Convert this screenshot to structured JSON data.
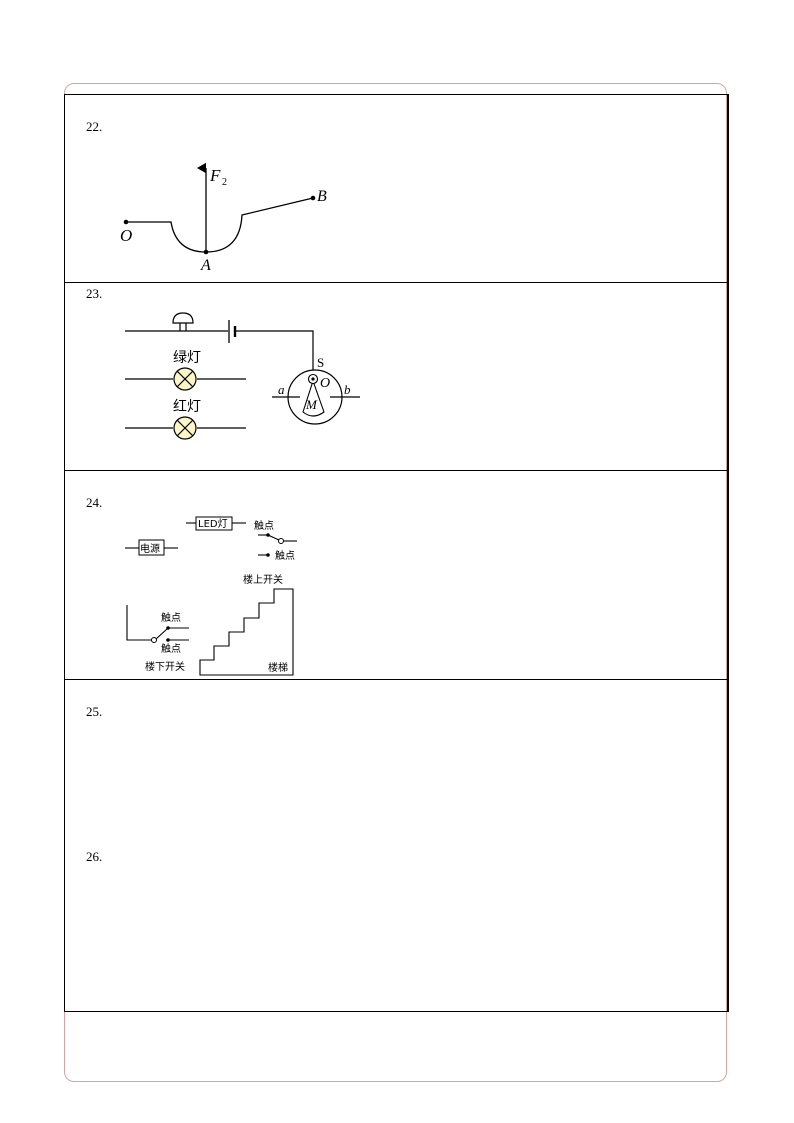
{
  "questions": [
    {
      "number": "22."
    },
    {
      "number": "23."
    },
    {
      "number": "24."
    },
    {
      "number": "25."
    },
    {
      "number": "26."
    }
  ],
  "q22": {
    "force_symbol": "F",
    "force_subscript": "2",
    "point_o": "O",
    "point_a": "A",
    "point_b": "B"
  },
  "q23": {
    "green_lamp": "绿灯",
    "red_lamp": "红灯",
    "switch_s": "S",
    "pivot_o": "O",
    "pendulum_m": "M",
    "contact_a": "a",
    "contact_b": "b"
  },
  "q24": {
    "power_source": "电源",
    "led_lamp": "LED灯",
    "contact_upper_1": "触点",
    "contact_upper_2": "触点",
    "upstairs_switch": "楼上开关",
    "contact_lower_1": "触点",
    "contact_lower_2": "触点",
    "downstairs_switch": "楼下开关",
    "stairs": "楼梯"
  }
}
